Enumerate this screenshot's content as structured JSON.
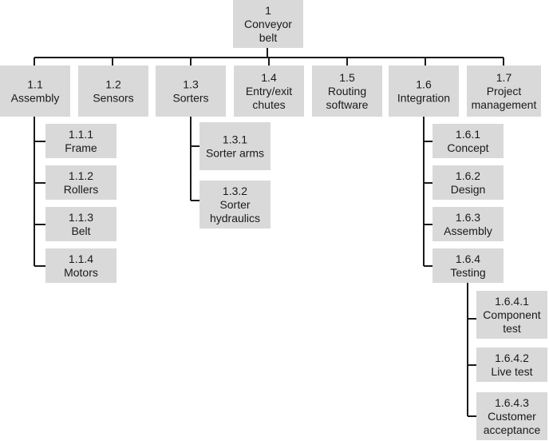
{
  "diagram": {
    "type": "work-breakdown-structure",
    "colors": {
      "box": "#d9d9d9",
      "line": "#1a1a1a",
      "text": "#1a1a1a"
    },
    "nodes": [
      {
        "id": "1",
        "label": [
          "1",
          "Conveyor",
          "belt"
        ]
      },
      {
        "id": "1.1",
        "label": [
          "1.1",
          "Assembly"
        ]
      },
      {
        "id": "1.2",
        "label": [
          "1.2",
          "Sensors"
        ]
      },
      {
        "id": "1.3",
        "label": [
          "1.3",
          "Sorters"
        ]
      },
      {
        "id": "1.4",
        "label": [
          "1.4",
          "Entry/exit",
          "chutes"
        ]
      },
      {
        "id": "1.5",
        "label": [
          "1.5",
          "Routing",
          "software"
        ]
      },
      {
        "id": "1.6",
        "label": [
          "1.6",
          "Integration"
        ]
      },
      {
        "id": "1.7",
        "label": [
          "1.7",
          "Project",
          "management"
        ]
      },
      {
        "id": "1.1.1",
        "label": [
          "1.1.1",
          "Frame"
        ]
      },
      {
        "id": "1.1.2",
        "label": [
          "1.1.2",
          "Rollers"
        ]
      },
      {
        "id": "1.1.3",
        "label": [
          "1.1.3",
          "Belt"
        ]
      },
      {
        "id": "1.1.4",
        "label": [
          "1.1.4",
          "Motors"
        ]
      },
      {
        "id": "1.3.1",
        "label": [
          "1.3.1",
          "Sorter arms"
        ]
      },
      {
        "id": "1.3.2",
        "label": [
          "1.3.2",
          "Sorter",
          "hydraulics"
        ]
      },
      {
        "id": "1.6.1",
        "label": [
          "1.6.1",
          "Concept"
        ]
      },
      {
        "id": "1.6.2",
        "label": [
          "1.6.2",
          "Design"
        ]
      },
      {
        "id": "1.6.3",
        "label": [
          "1.6.3",
          "Assembly"
        ]
      },
      {
        "id": "1.6.4",
        "label": [
          "1.6.4",
          "Testing"
        ]
      },
      {
        "id": "1.6.4.1",
        "label": [
          "1.6.4.1",
          "Component",
          "test"
        ]
      },
      {
        "id": "1.6.4.2",
        "label": [
          "1.6.4.2",
          "Live test"
        ]
      },
      {
        "id": "1.6.4.3",
        "label": [
          "1.6.4.3",
          "Customer",
          "acceptance"
        ]
      }
    ]
  }
}
